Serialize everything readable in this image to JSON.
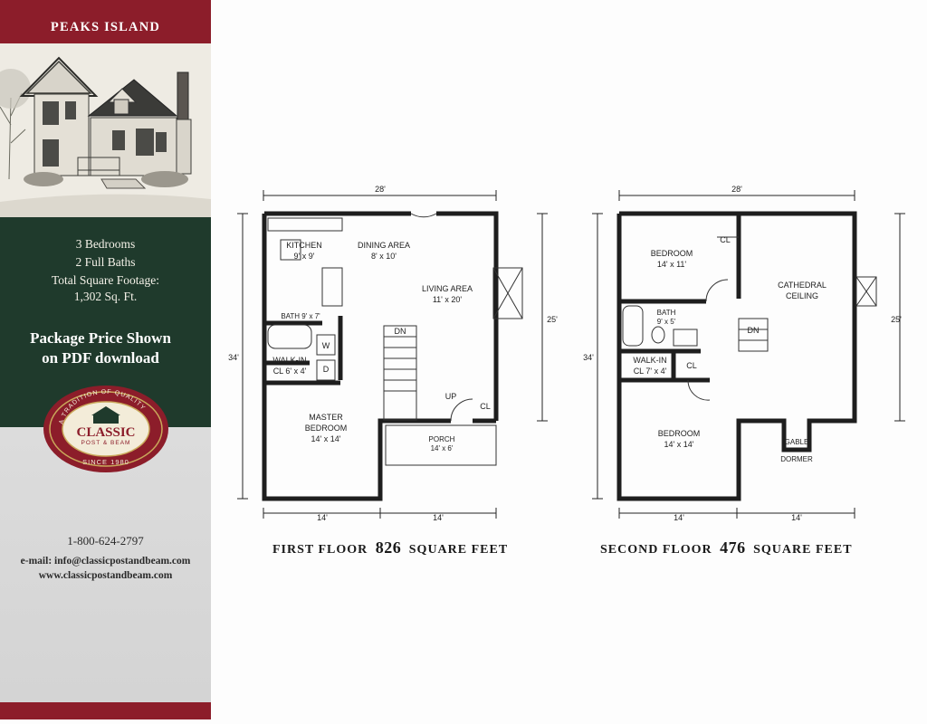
{
  "sidebar": {
    "title": "PEAKS ISLAND",
    "specs": [
      "3 Bedrooms",
      "2 Full Baths",
      "Total Square Footage:",
      "1,302 Sq. Ft."
    ],
    "package_line1": "Package Price Shown",
    "package_line2": "on PDF download",
    "logo": {
      "arc_top": "A TRADITION OF QUALITY",
      "brand": "CLASSIC",
      "sub": "POST & BEAM",
      "since": "SINCE 1980"
    },
    "phone": "1-800-624-2797",
    "email": "e-mail: info@classicpostandbeam.com",
    "website": "www.classicpostandbeam.com"
  },
  "first_floor": {
    "caption_prefix": "FIRST FLOOR",
    "sqft": "826",
    "caption_suffix": "SQUARE FEET",
    "dim_top": "28'",
    "dim_left": "34'",
    "dim_right": "25'",
    "dim_bottom_left": "14'",
    "dim_bottom_right": "14'",
    "rooms": {
      "kitchen": "KITCHEN",
      "kitchen_size": "9' x 9'",
      "dining": "DINING AREA",
      "dining_size": "8' x 10'",
      "living": "LIVING AREA",
      "living_size": "11' x 20'",
      "bath": "BATH 9' x 7'",
      "walkin": "WALK-IN",
      "walkin_size": "CL 6' x 4'",
      "master": "MASTER",
      "master2": "BEDROOM",
      "master_size": "14' x 14'",
      "porch": "PORCH",
      "porch_size": "14' x 6'",
      "dn": "DN",
      "up": "UP",
      "cl": "CL",
      "w": "W",
      "d": "D"
    }
  },
  "second_floor": {
    "caption_prefix": "SECOND FLOOR",
    "sqft": "476",
    "caption_suffix": "SQUARE FEET",
    "dim_top": "28'",
    "dim_left": "34'",
    "dim_right": "25'",
    "dim_bottom_left": "14'",
    "dim_bottom_right": "14'",
    "rooms": {
      "bedroom_top": "BEDROOM",
      "bedroom_top_size": "14' x 11'",
      "cl_top": "CL",
      "cathedral": "CATHEDRAL",
      "ceiling": "CEILING",
      "bath": "BATH",
      "bath_size": "9' x 5'",
      "dn": "DN",
      "walkin": "WALK-IN",
      "walkin_size": "CL 7' x 4'",
      "cl_mid": "CL",
      "bedroom_bottom": "BEDROOM",
      "bedroom_bottom_size": "14' x 14'",
      "gable": "GABLE",
      "dormer": "DORMER"
    }
  }
}
